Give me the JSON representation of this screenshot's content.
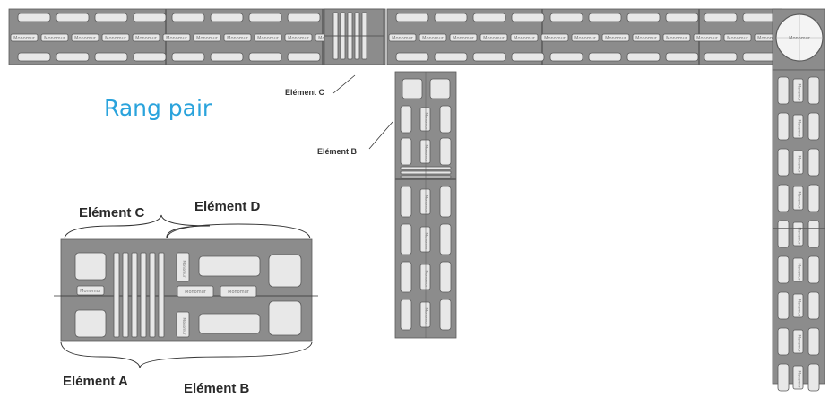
{
  "title": "Rang pair",
  "labels": {
    "element_c_small": "Elément C",
    "element_b_small": "Elément B",
    "element_c": "Elément C",
    "element_d": "Elément D",
    "element_a": "Elément A",
    "element_b": "Elément B"
  },
  "brand_mark": "Monomur",
  "colors": {
    "block_fill": "#8c8c8c",
    "block_dark": "#5a5a5a",
    "cell_fill": "#e8e8e8",
    "title_color": "#2aa3dc"
  }
}
